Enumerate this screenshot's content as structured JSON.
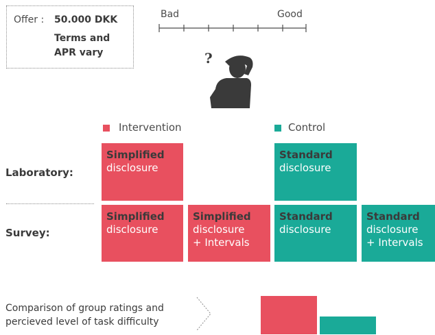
{
  "offer": {
    "label": "Offer :",
    "amount": "50.000 DKK",
    "terms_line1": "Terms and",
    "terms_line2": "APR vary"
  },
  "scale": {
    "left_label": "Bad",
    "right_label": "Good"
  },
  "figure": {
    "question_mark": "?",
    "icon": "confused-person-icon"
  },
  "legend": {
    "intervention": "Intervention",
    "control": "Control",
    "colors": {
      "intervention": "#e8505f",
      "control": "#1aaa98"
    }
  },
  "rows": {
    "laboratory": "Laboratory:",
    "survey": "Survey:"
  },
  "laboratory": {
    "intervention": {
      "title": "Simplified",
      "subtitle": "disclosure"
    },
    "control": {
      "title": "Standard",
      "subtitle": "disclosure"
    }
  },
  "survey": {
    "boxes": [
      {
        "title": "Simplified",
        "subtitle": "disclosure",
        "extra": ""
      },
      {
        "title": "Simplified",
        "subtitle": "disclosure",
        "extra": "+ Intervals"
      },
      {
        "title": "Standard",
        "subtitle": "disclosure",
        "extra": ""
      },
      {
        "title": "Standard",
        "subtitle": "disclosure",
        "extra": "+ Intervals"
      }
    ]
  },
  "comparison": {
    "line1": "Comparison of group ratings and",
    "line2": "percieved level of task difficulty"
  }
}
